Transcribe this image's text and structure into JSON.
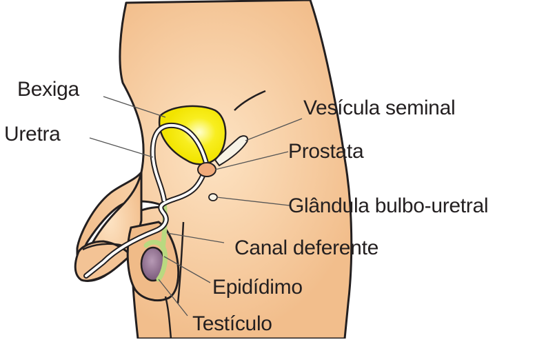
{
  "labels": {
    "bexiga": "Bexiga",
    "uretra": "Uretra",
    "vesicula": "Vesícula seminal",
    "prostata": "Prostata",
    "glandula": "Glândula bulbo-uretral",
    "canal": "Canal deferente",
    "epididimo": "Epidídimo",
    "testiculo": "Testículo"
  },
  "colors": {
    "skin": "#f2be8c",
    "skin_highlight": "#fde3c3",
    "outline": "#231f20",
    "bladder": "#f5ea00",
    "bladder_highlight": "#ffffc8",
    "urethra": "#ffffff",
    "vas_deferens": "#b9d980",
    "testis": "#8f6f8f",
    "prostate": "#f0aa7a",
    "leader_line": "#555555"
  }
}
